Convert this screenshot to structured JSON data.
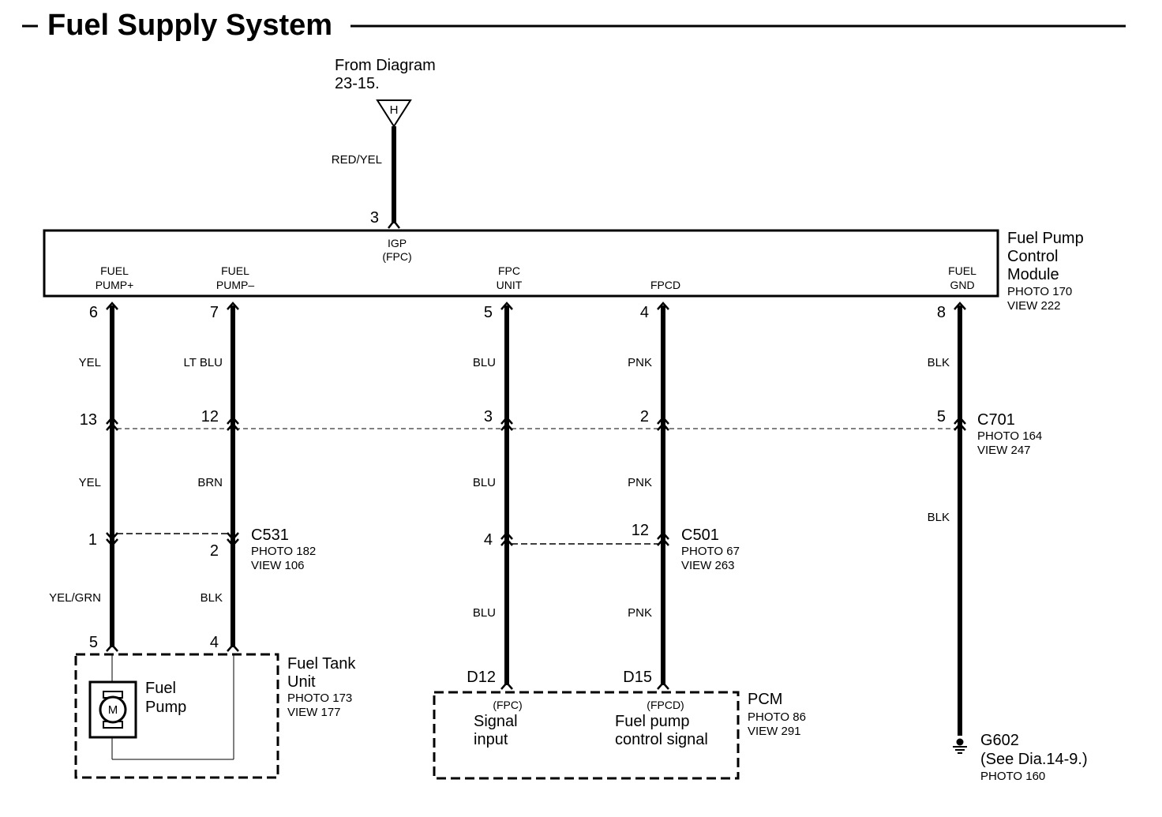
{
  "title": "Fuel Supply System",
  "source": {
    "label_line1": "From Diagram",
    "label_line2": "23-15.",
    "connector": "H",
    "wire": "RED/YEL",
    "pin": "3"
  },
  "module": {
    "name_line1": "Fuel Pump",
    "name_line2": "Control",
    "name_line3": "Module",
    "photo": "PHOTO 170",
    "view": "VIEW 222",
    "igp_line1": "IGP",
    "igp_line2": "(FPC)",
    "terminals": [
      {
        "line1": "FUEL",
        "line2": "PUMP+",
        "pin": "6"
      },
      {
        "line1": "FUEL",
        "line2": "PUMP–",
        "pin": "7"
      },
      {
        "line1": "FPC",
        "line2": "UNIT",
        "pin": "5"
      },
      {
        "line1": "",
        "line2": "FPCD",
        "pin": "4"
      },
      {
        "line1": "FUEL",
        "line2": "GND",
        "pin": "8"
      }
    ]
  },
  "wires_top": [
    "YEL",
    "LT BLU",
    "BLU",
    "PNK",
    "BLK"
  ],
  "c701": {
    "name": "C701",
    "photo": "PHOTO 164",
    "view": "VIEW 247",
    "pins": [
      "13",
      "12",
      "3",
      "2",
      "5"
    ]
  },
  "wires_mid": [
    "YEL",
    "BRN",
    "BLU",
    "PNK",
    "BLK"
  ],
  "c531": {
    "name": "C531",
    "photo": "PHOTO 182",
    "view": "VIEW 106",
    "pins": [
      "1",
      "2"
    ]
  },
  "c501": {
    "name": "C501",
    "photo": "PHOTO 67",
    "view": "VIEW 263",
    "pins": [
      "4",
      "12"
    ]
  },
  "wires_low": [
    "YEL/GRN",
    "BLK",
    "BLU",
    "PNK"
  ],
  "fuel_tank": {
    "name_line1": "Fuel Tank",
    "name_line2": "Unit",
    "photo": "PHOTO 173",
    "view": "VIEW 177",
    "pins": [
      "5",
      "4"
    ],
    "pump_line1": "Fuel",
    "pump_line2": "Pump",
    "motor": "M"
  },
  "pcm": {
    "name": "PCM",
    "photo": "PHOTO 86",
    "view": "VIEW 291",
    "pins": [
      "D12",
      "D15"
    ],
    "fpc": "(FPC)",
    "fpc_line1": "Signal",
    "fpc_line2": "input",
    "fpcd": "(FPCD)",
    "fpcd_line1": "Fuel pump",
    "fpcd_line2": "control signal"
  },
  "ground": {
    "name": "G602",
    "note": "(See Dia.14-9.)",
    "photo": "PHOTO 160"
  }
}
